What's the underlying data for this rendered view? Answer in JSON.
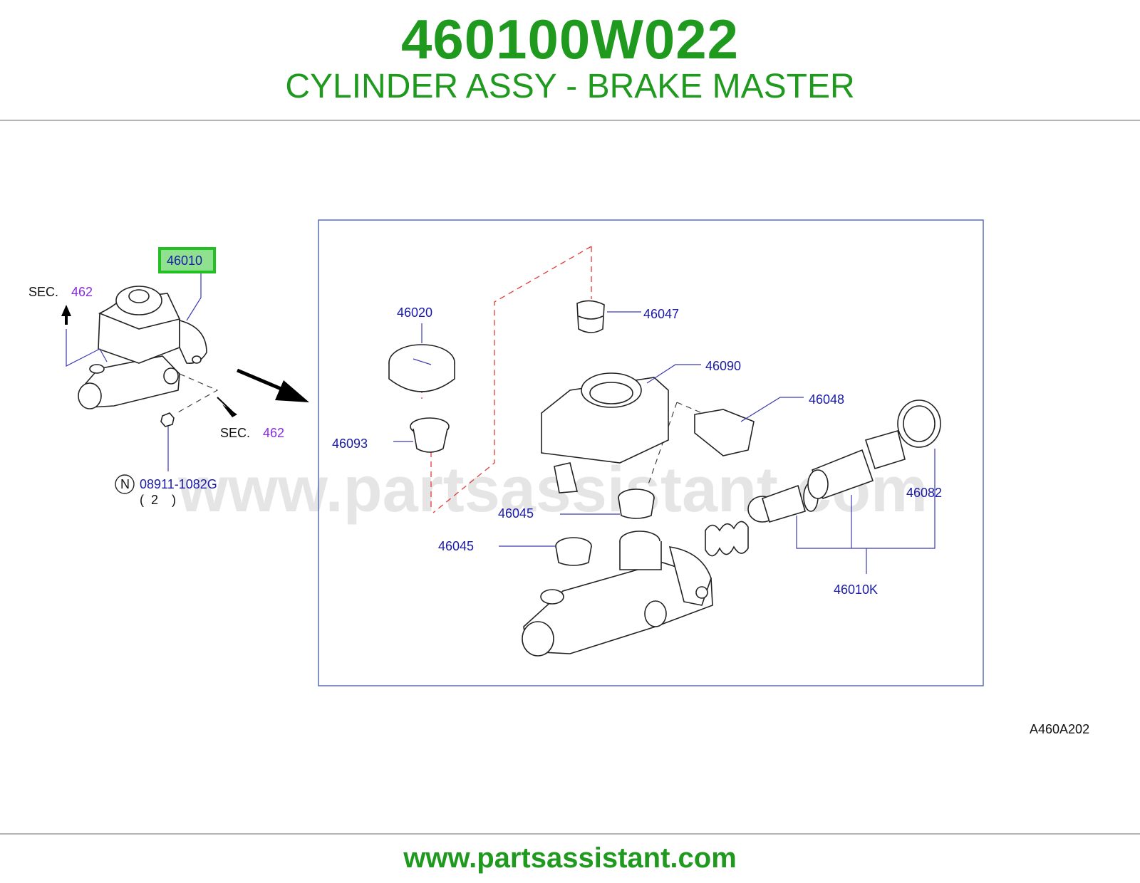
{
  "header": {
    "part_number": "460100W022",
    "title": "CYLINDER ASSY - BRAKE MASTER"
  },
  "diagram": {
    "watermark": "www.partsassistant.com",
    "code": "A460A202",
    "left_view": {
      "main_callout": "46010",
      "sec_label_1": "SEC.",
      "sec_value_1": "462",
      "sec_label_2": "SEC.",
      "sec_value_2": "462",
      "nut_marker": "N",
      "nut_part": "08911-1082G",
      "nut_qty_open": "(",
      "nut_qty": "2",
      "nut_qty_close": ")"
    },
    "callouts": {
      "c46020": "46020",
      "c46047": "46047",
      "c46090": "46090",
      "c46048": "46048",
      "c46093": "46093",
      "c46082": "46082",
      "c46045a": "46045",
      "c46045b": "46045",
      "c46010k": "46010K"
    }
  },
  "footer": {
    "url": "www.partsassistant.com"
  },
  "colors": {
    "brand_green": "#1f9a1f",
    "callout_blue": "#1a1aa8",
    "sec_purple": "#8a2be2",
    "highlight_green": "#22c022"
  }
}
